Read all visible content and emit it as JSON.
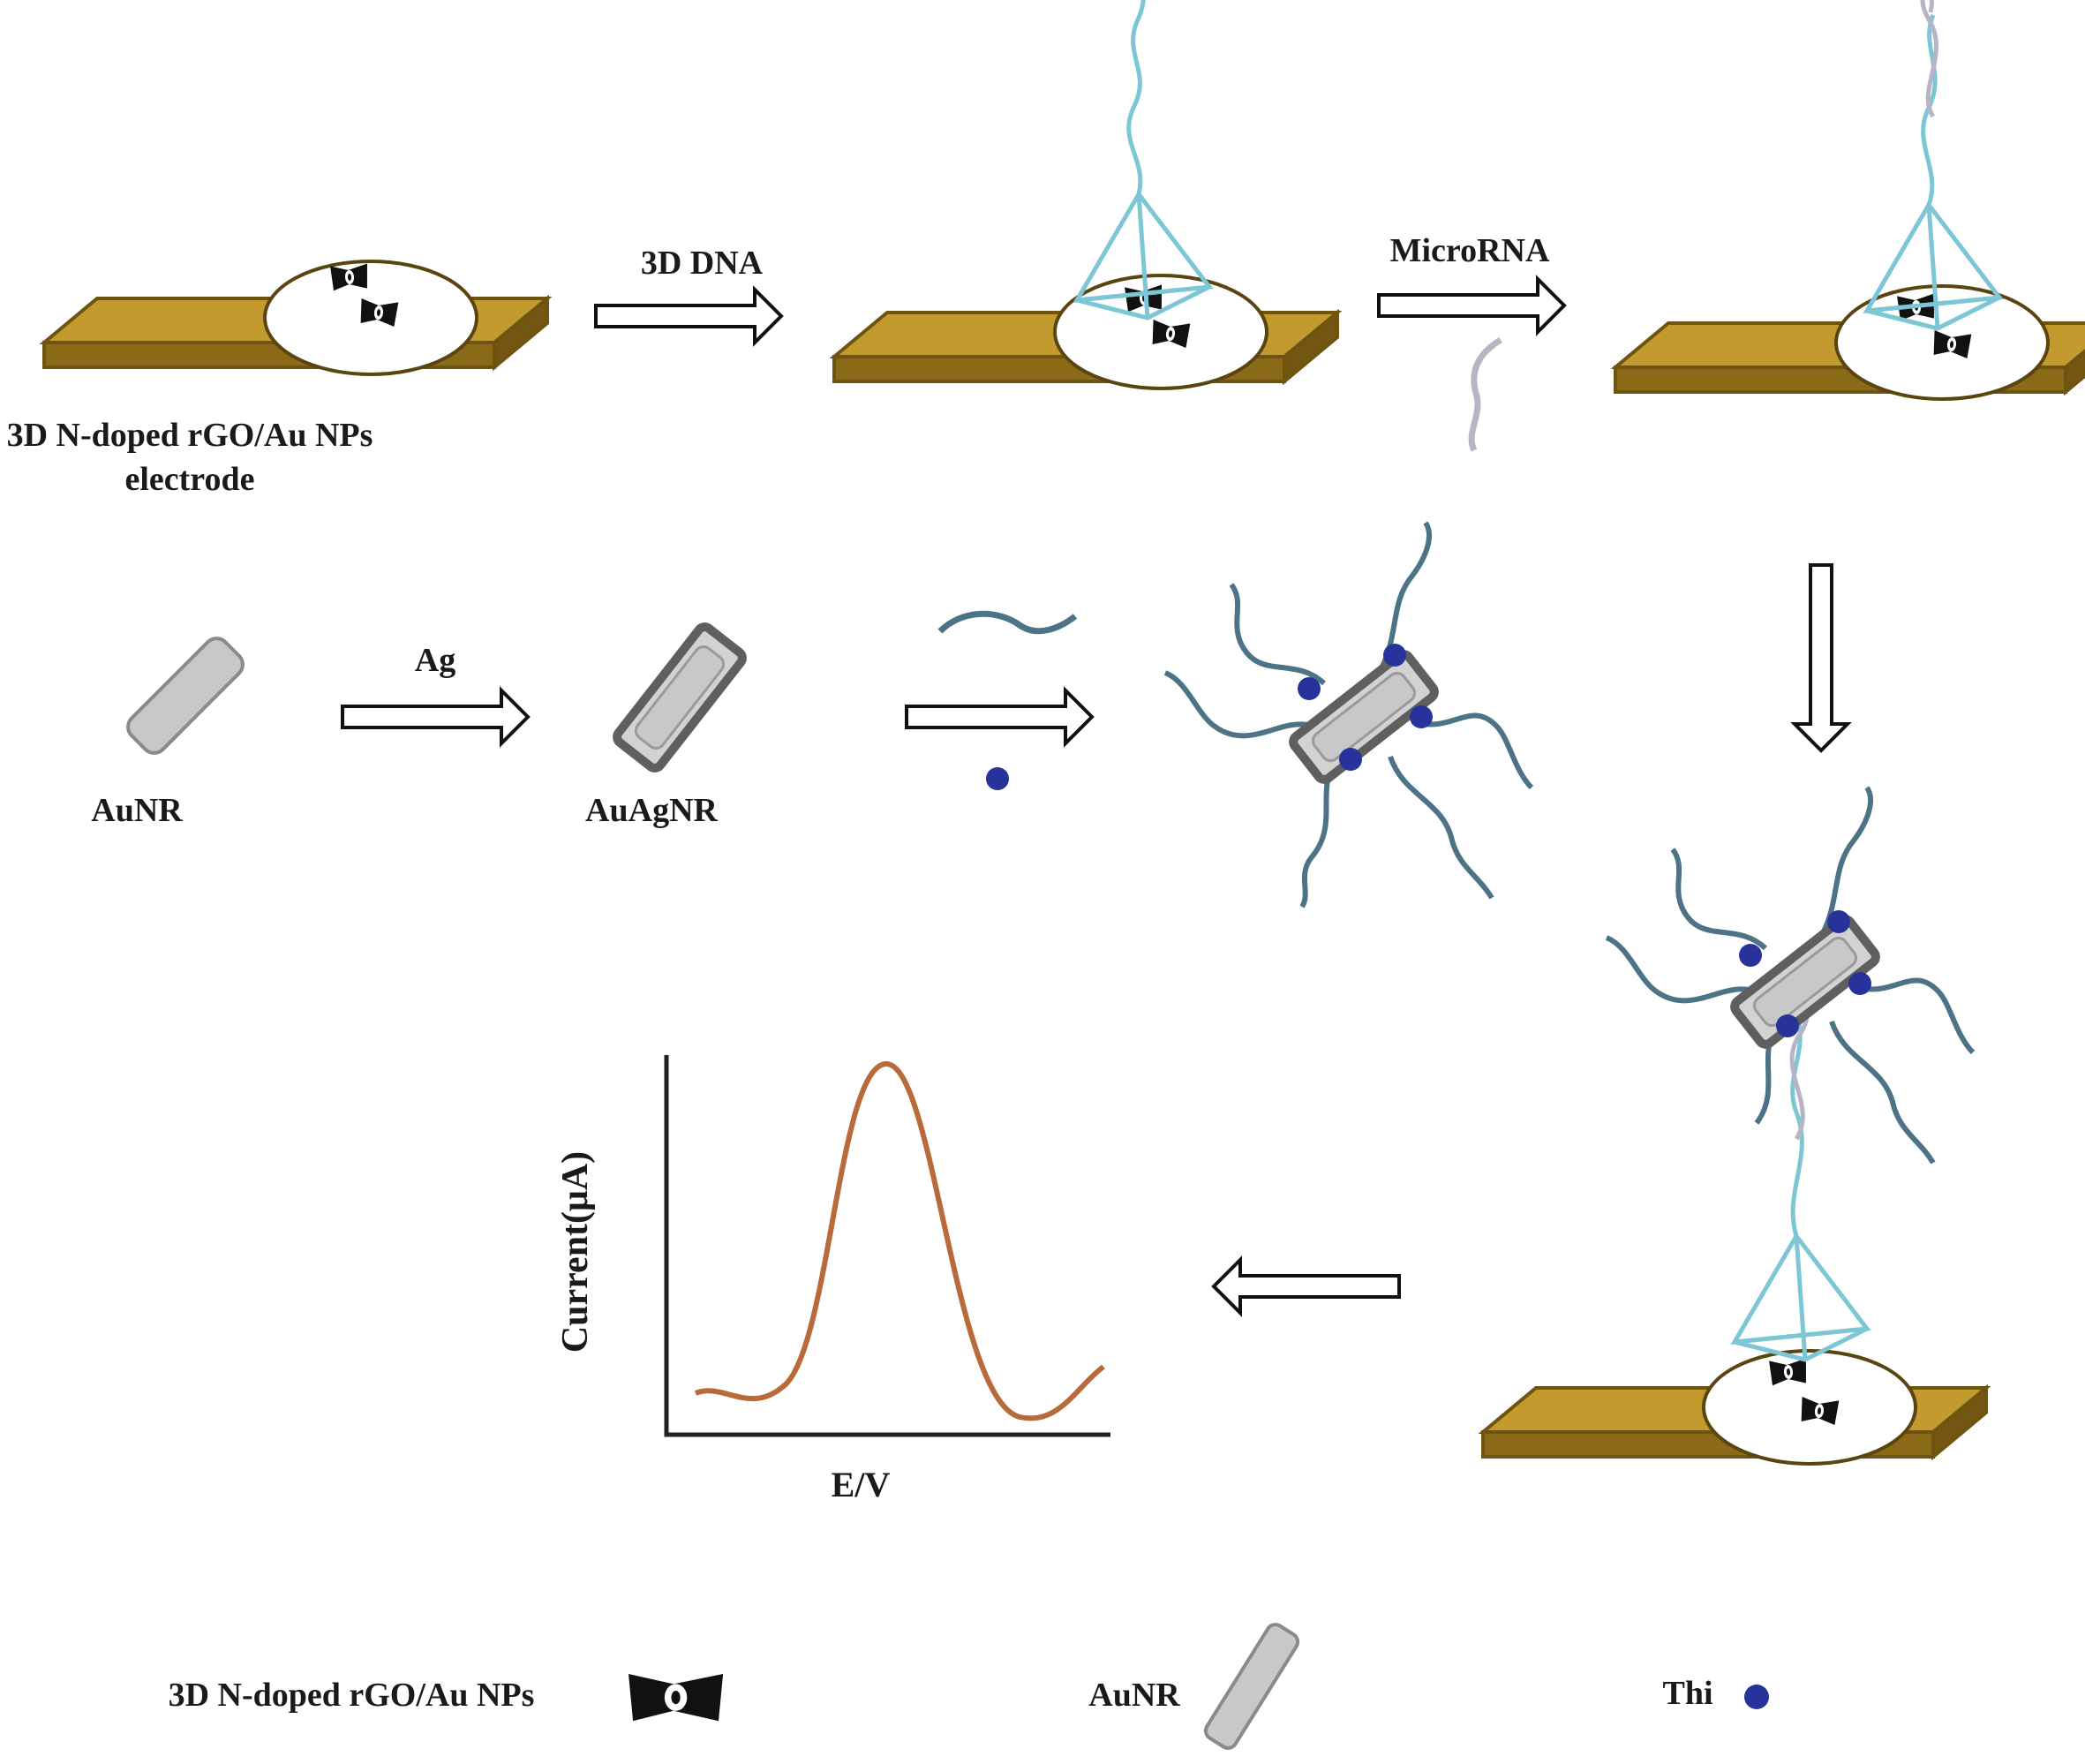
{
  "labels": {
    "electrode_line1": "3D N-doped rGO/Au NPs",
    "electrode_line2": "electrode",
    "step_3d_dna": "3D DNA",
    "step_microrna": "MicroRNA",
    "step_ag": "Ag",
    "aunr": "AuNR",
    "auagnr": "AuAgNR",
    "plot_ylabel": "Current(μA)",
    "plot_xlabel": "E/V"
  },
  "legend": {
    "rgo": "3D N-doped rGO/Au NPs",
    "aunr": "AuNR",
    "thi": "Thi"
  },
  "colors": {
    "electrode_top": "#c29a2e",
    "electrode_side": "#8a6a16",
    "tetrahedron": "#7cc6d6",
    "microrna": "#b7b4c6",
    "probe_strand": "#4d7486",
    "thi": "#27339a",
    "nanorod": "#c8c8c8",
    "nanorod_shell": "#6f6f6f",
    "dpv_curve": "#b86a3a"
  }
}
